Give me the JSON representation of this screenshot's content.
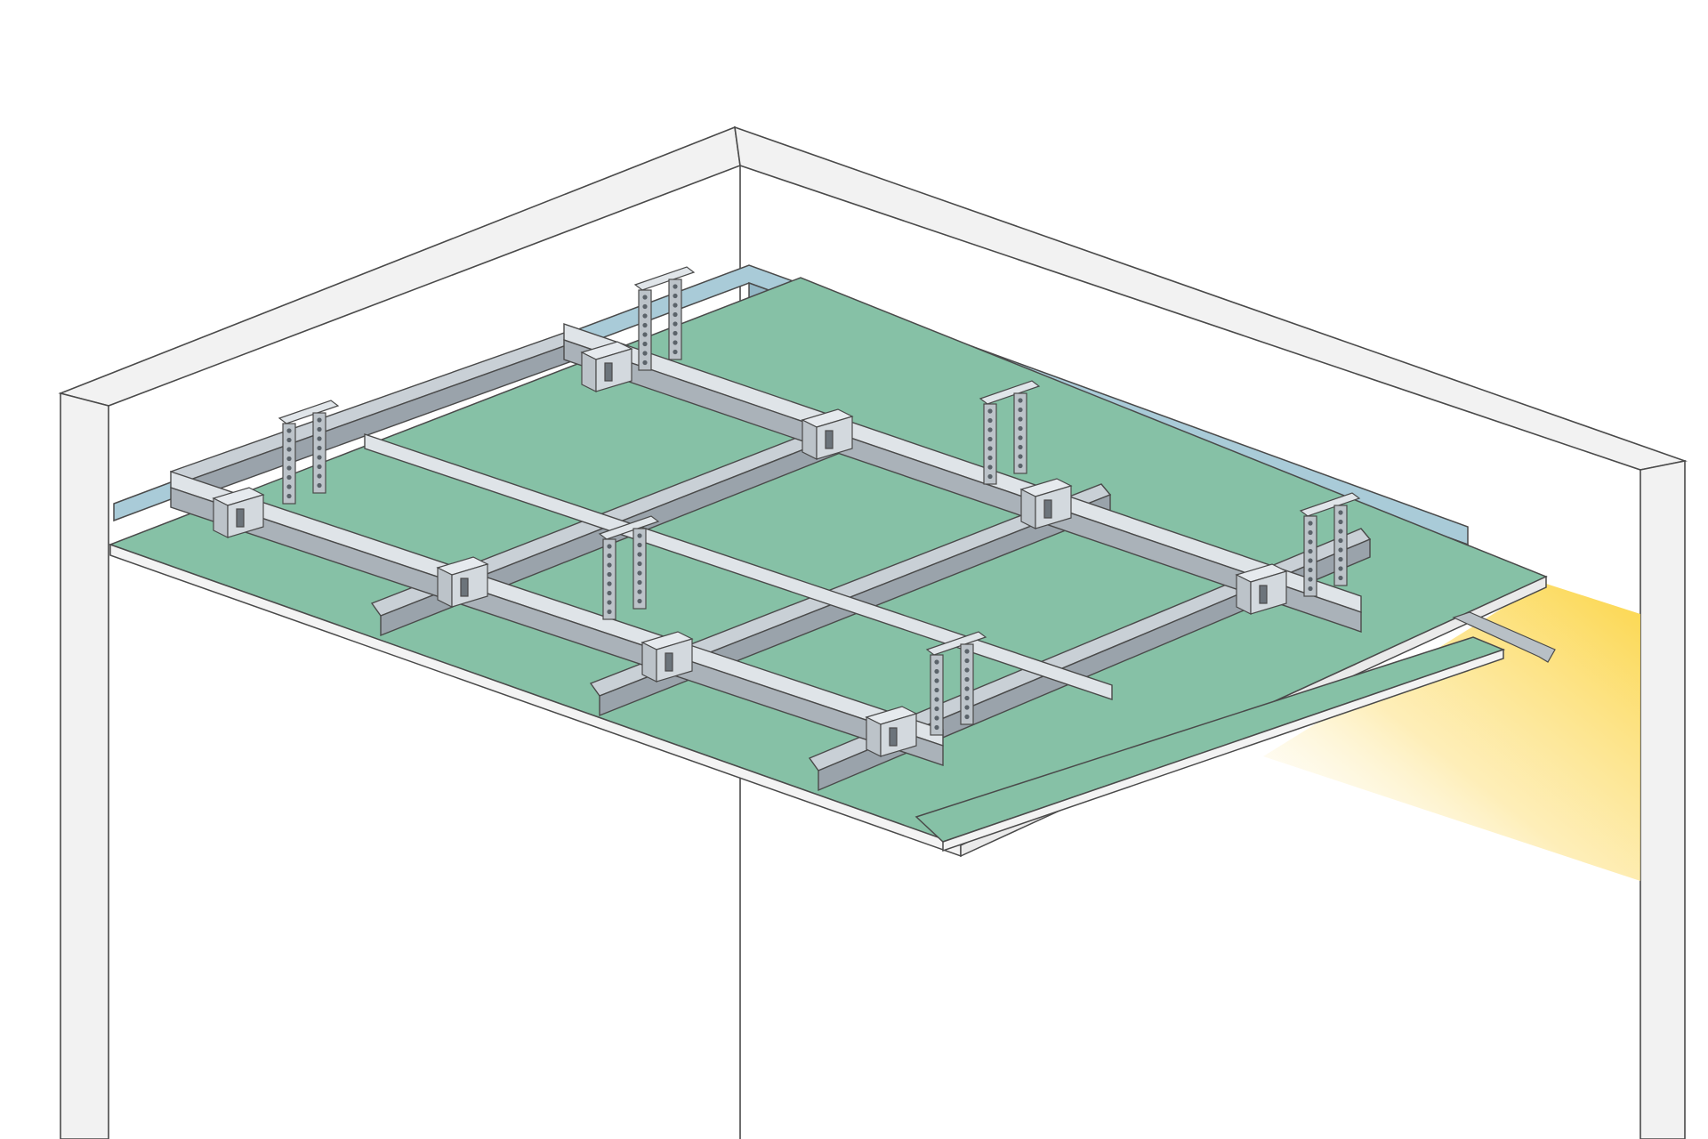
{
  "diagram": {
    "kind": "suspended-ceiling-isometric",
    "text_labels": [],
    "colors": {
      "background": "#ffffff",
      "wall_fill": "#ffffff",
      "wall_cap": "#f2f2f2",
      "outline": "#4a4a4a",
      "board_face": "#86c1a6",
      "board_edge": "#f3f3f3",
      "perimeter_channel": "#a9cbd8",
      "profile_metal": "#c9d0d6",
      "profile_shadow": "#9aa3ab",
      "hanger_metal": "#bcc3c9",
      "light_glow": "#fcd64a"
    },
    "components": {
      "primary_channels": 3,
      "secondary_channels": 4,
      "hangers": 6,
      "cross_connectors": 8,
      "gypsum_boards": 2,
      "perimeter_channel": 1
    }
  }
}
